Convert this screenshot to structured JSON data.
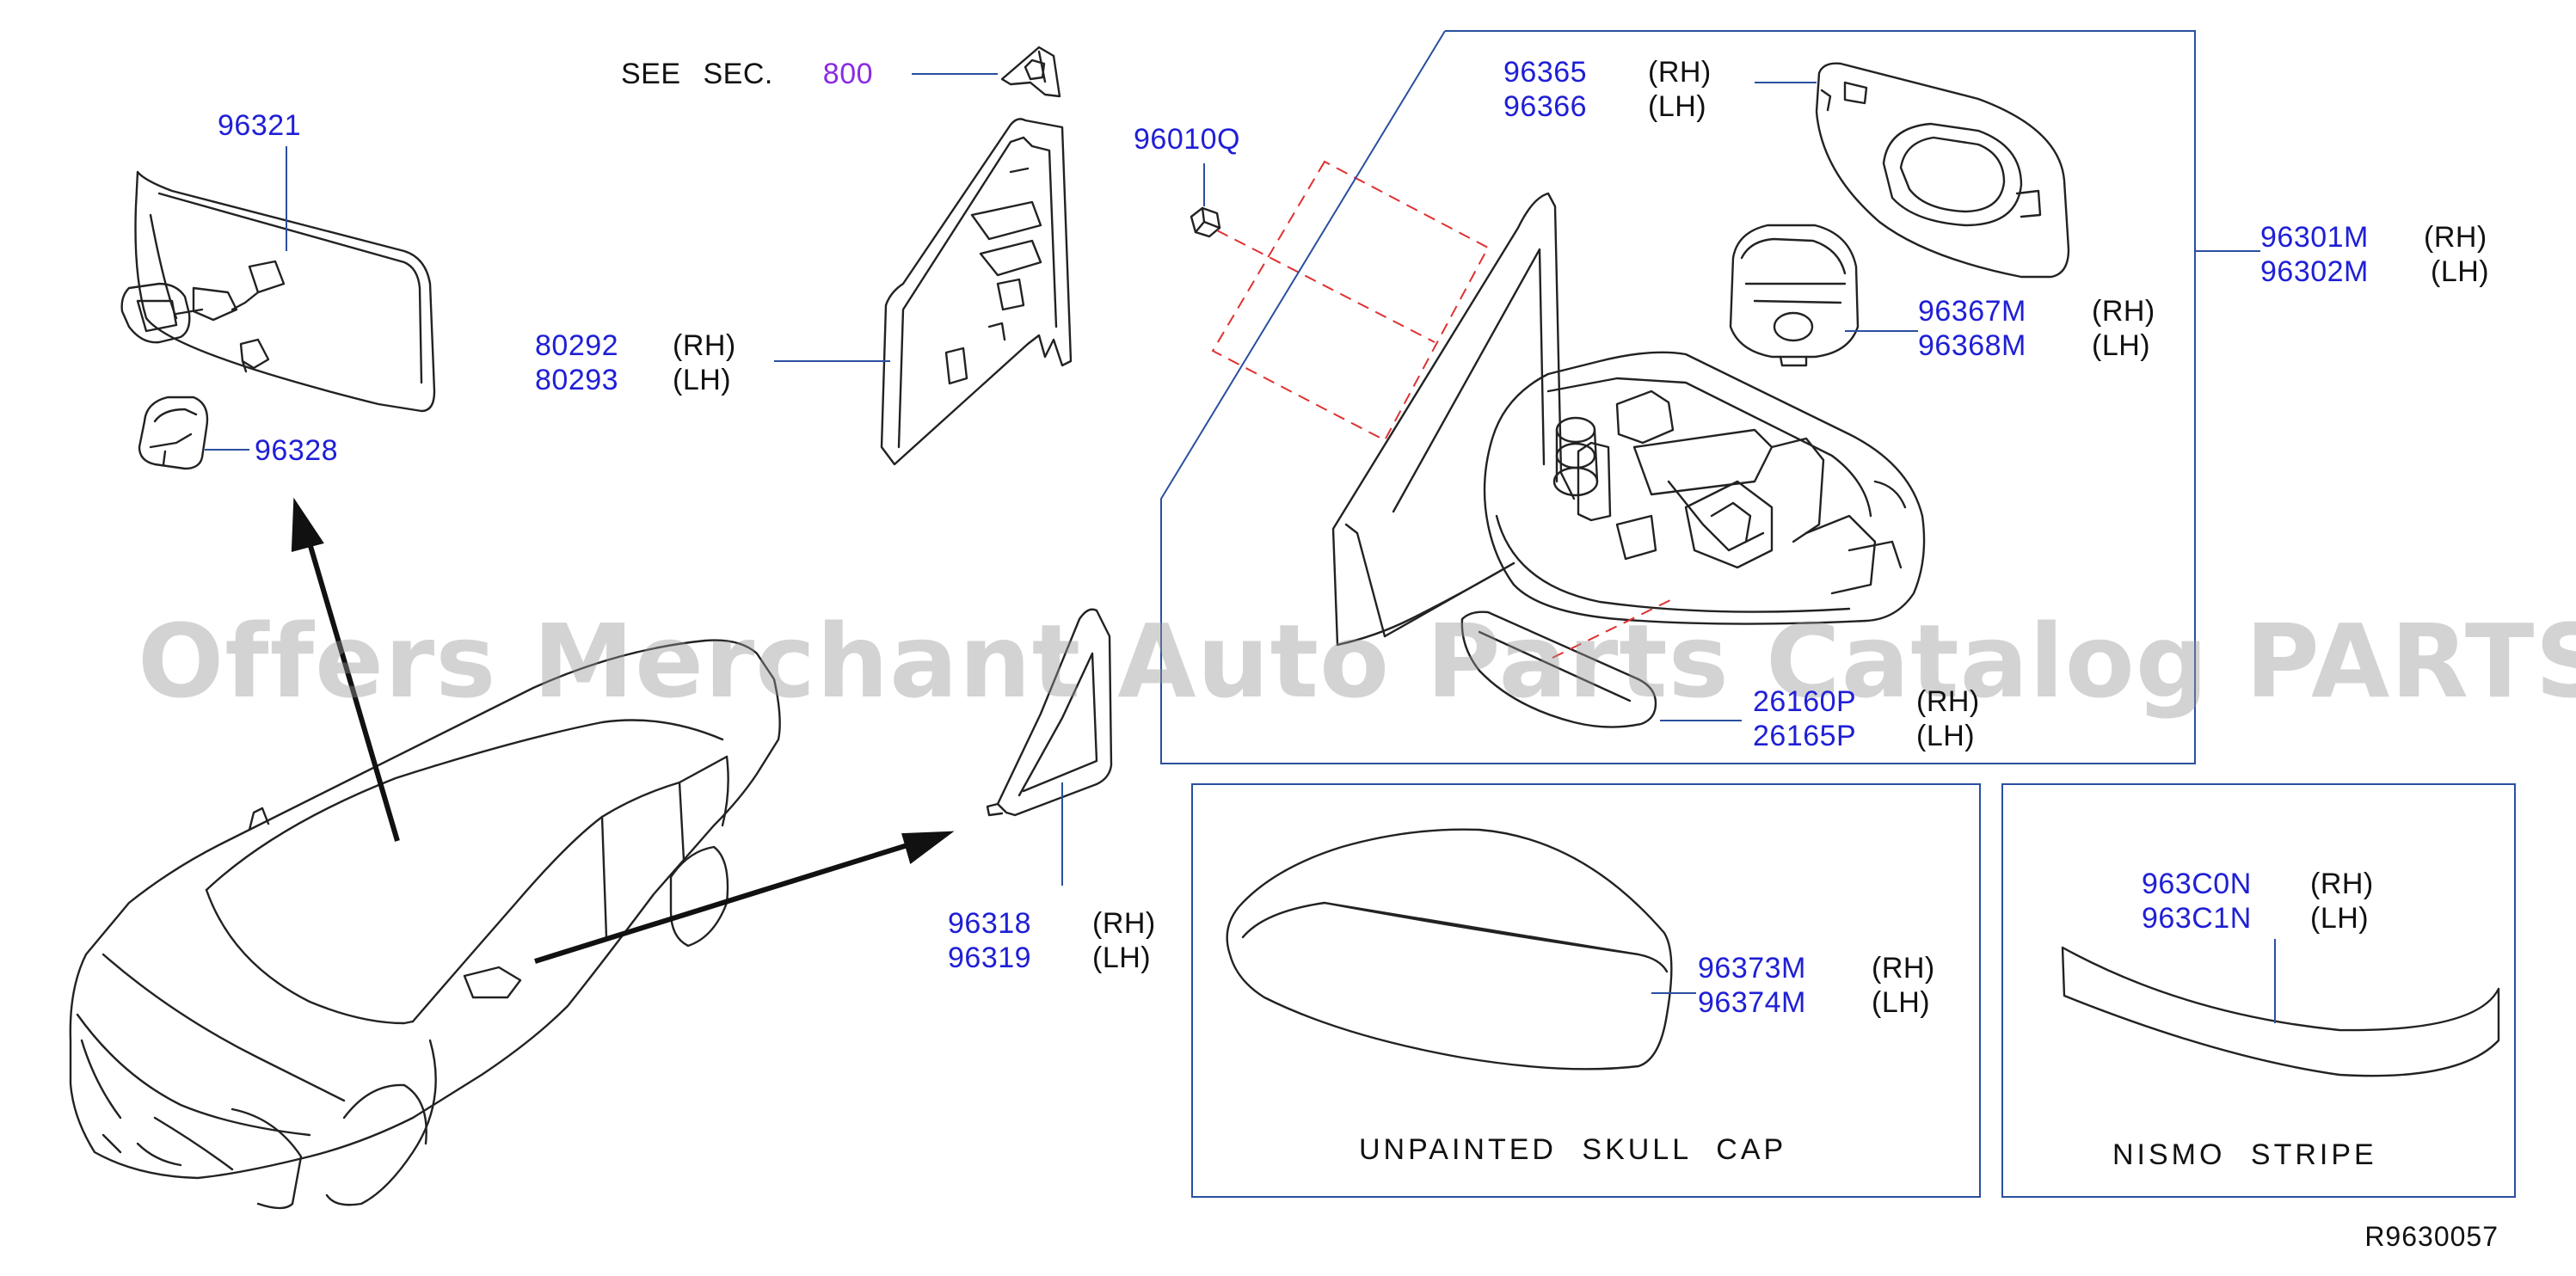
{
  "see_section": {
    "prefix": "SEE SEC.",
    "number": "800"
  },
  "parts": [
    {
      "id": "p96321",
      "numbers": [
        "96321"
      ],
      "sides": []
    },
    {
      "id": "p96328",
      "numbers": [
        "96328"
      ],
      "sides": []
    },
    {
      "id": "p80292",
      "numbers": [
        "80292",
        "80293"
      ],
      "sides": [
        "(RH)",
        "(LH)"
      ]
    },
    {
      "id": "p96010Q",
      "numbers": [
        "96010Q"
      ],
      "sides": []
    },
    {
      "id": "p96365",
      "numbers": [
        "96365",
        "96366"
      ],
      "sides": [
        "(RH)",
        "(LH)"
      ]
    },
    {
      "id": "p96301M",
      "numbers": [
        "96301M",
        "96302M"
      ],
      "sides": [
        "(RH)",
        "(LH)"
      ]
    },
    {
      "id": "p96367M",
      "numbers": [
        "96367M",
        "96368M"
      ],
      "sides": [
        "(RH)",
        "(LH)"
      ]
    },
    {
      "id": "p26160P",
      "numbers": [
        "26160P",
        "26165P"
      ],
      "sides": [
        "(RH)",
        "(LH)"
      ]
    },
    {
      "id": "p96318",
      "numbers": [
        "96318",
        "96319"
      ],
      "sides": [
        "(RH)",
        "(LH)"
      ]
    },
    {
      "id": "p96373M",
      "numbers": [
        "96373M",
        "96374M"
      ],
      "sides": [
        "(RH)",
        "(LH)"
      ]
    },
    {
      "id": "p963C0N",
      "numbers": [
        "963C0N",
        "963C1N"
      ],
      "sides": [
        "(RH)",
        "(LH)"
      ]
    }
  ],
  "captions": {
    "skull_cap": "UNPAINTED SKULL CAP",
    "nismo_stripe": "NISMO STRIPE"
  },
  "watermark": "Offers Merchant Auto Parts Catalog PARTSTORE.SA",
  "reference_code": "R9630057",
  "colors": {
    "part_number": "#1f1fd6",
    "section_ref": "#8a2be2",
    "leader_line": "#2a4fa0",
    "hidden_line": "#e03030",
    "outline": "#222222"
  }
}
